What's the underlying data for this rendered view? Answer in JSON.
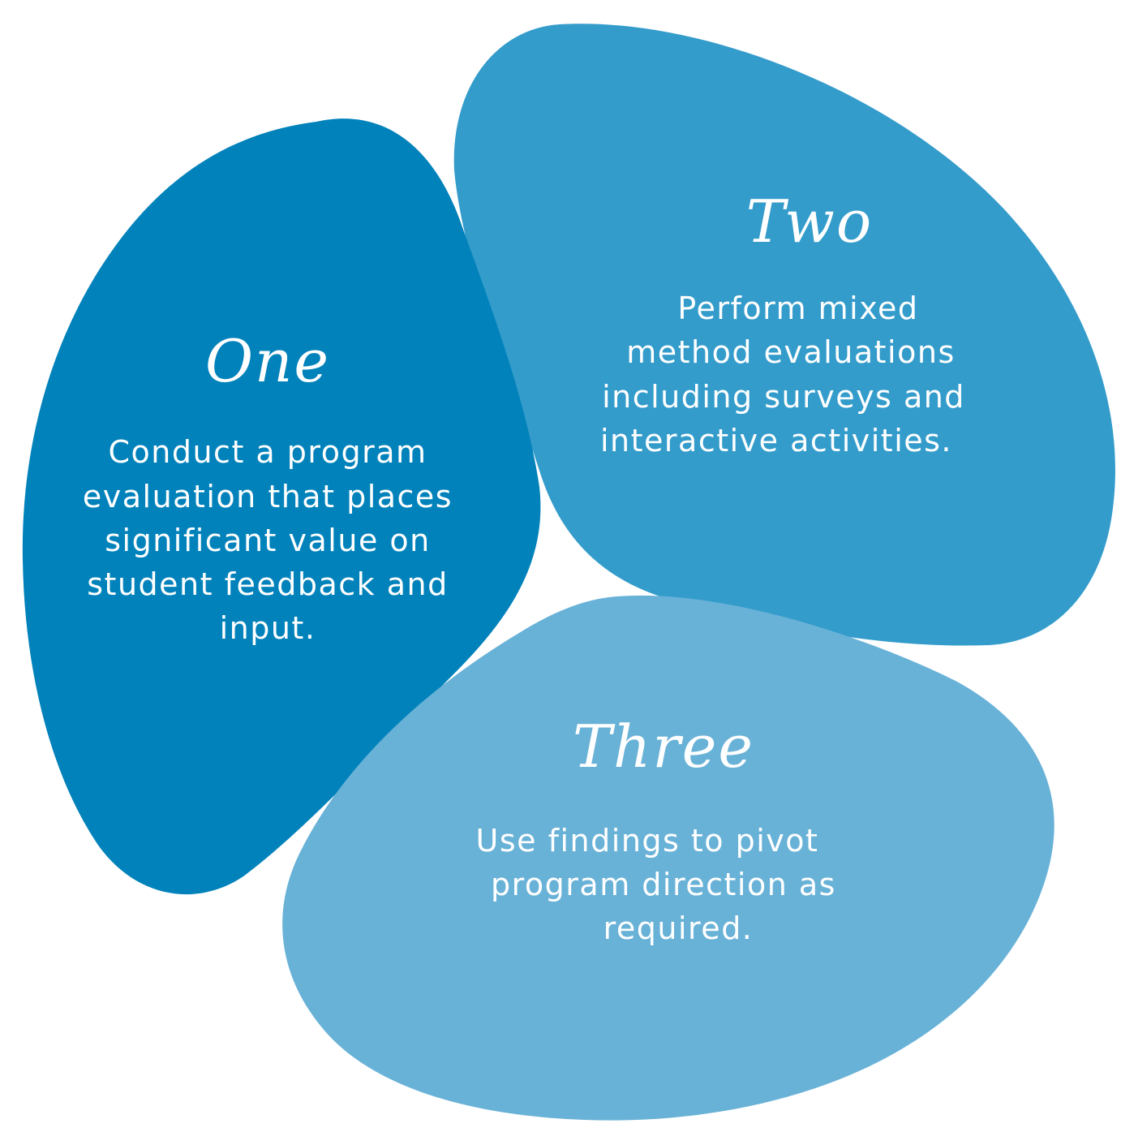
{
  "colors": {
    "one": "#0182bb",
    "two": "#349ccb",
    "three": "#69b2d7",
    "text": "#ffffff"
  },
  "steps": [
    {
      "title": "One",
      "lines": [
        "Conduct a program",
        "evaluation that places",
        "significant value on",
        "student feedback and",
        "input."
      ]
    },
    {
      "title": "Two",
      "lines": [
        "Perform mixed",
        "method evaluations",
        "including surveys and",
        "interactive activities."
      ]
    },
    {
      "title": "Three",
      "lines": [
        "Use findings to pivot",
        "program direction as",
        "required."
      ]
    }
  ]
}
